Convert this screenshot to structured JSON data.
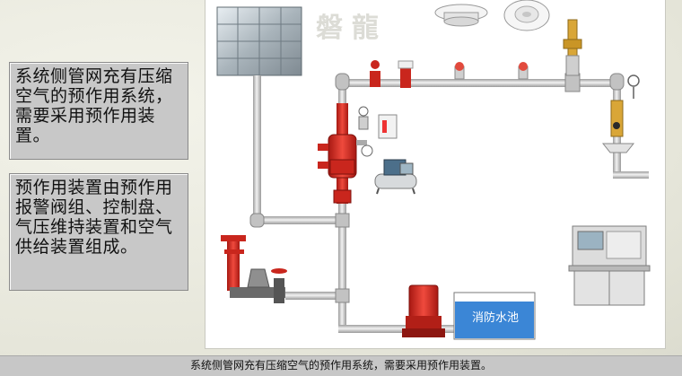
{
  "text_boxes": {
    "box1": "系统侧管网充有压缩空气的预作用系统，需要采用预作用装置。",
    "box2": "预作用装置由预作用报警阀组、控制盘、气压维持装置和空气供给装置组成。"
  },
  "diagram": {
    "watermark": "磐龍",
    "pool_label": "消防水池"
  },
  "caption": "系统侧管网充有压缩空气的预作用系统，需要采用预作用装置。",
  "colors": {
    "pipe": "#cfcfcf",
    "valve_red": "#d3261d",
    "pool_blue": "#3b86d6",
    "panel_bg": "#ffffff"
  }
}
